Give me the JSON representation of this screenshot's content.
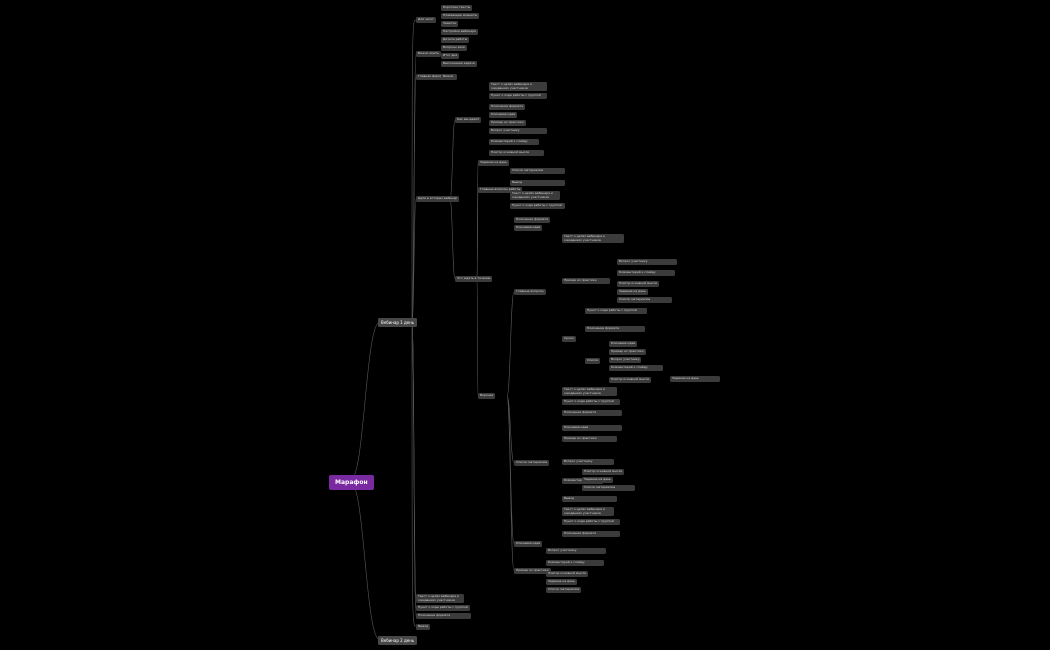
{
  "root": "Марафон",
  "branches": {
    "day1": "Вебинар 1 день",
    "day2": "Вебинар 2 день"
  },
  "mid": {
    "pre": "Для чего?",
    "how": "Как мы идем?",
    "when": "Важно иметь",
    "main": "Цели в которых вебинар",
    "notes": "Главные вопросы",
    "struct": "Главная формулировка",
    "mind": "Воронка",
    "proc": "Главные вопросы работы",
    "plan": "Что ждать в течении"
  },
  "texts": [
    "Короткие тексты",
    "Плавающие моменты",
    "Заметки",
    "Настройки вебинара",
    "Детали работы",
    "Вопросы зала",
    "Итог дня",
    "Выполнение задачи",
    "Важно",
    "Сроки",
    "Список",
    "Текст о целях вебинара и ожиданиях участников",
    "Пункт о ходе работы с группой",
    "Пояснение формата",
    "Ключевая идея",
    "Пример из практики",
    "Вопрос участнику",
    "Комментарий к слайду",
    "Повтор основной мысли",
    "Задание на день",
    "Список материалов",
    "Вывод"
  ]
}
